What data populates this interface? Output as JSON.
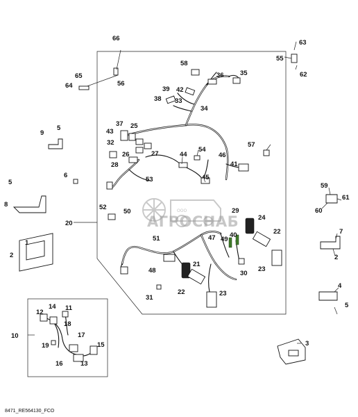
{
  "drawing_id": "8471_RE564130_FCO",
  "watermark": {
    "brand": "АГРОСНАБ",
    "company_prefix": "ООО"
  },
  "callouts": [
    "1",
    "2",
    "3",
    "4",
    "5",
    "6",
    "7",
    "8",
    "9",
    "10",
    "11",
    "12",
    "13",
    "14",
    "15",
    "16",
    "17",
    "18",
    "19",
    "20",
    "21",
    "22",
    "23",
    "24",
    "25",
    "26",
    "27",
    "28",
    "29",
    "30",
    "31",
    "32",
    "33",
    "34",
    "35",
    "36",
    "37",
    "38",
    "39",
    "40",
    "41",
    "42",
    "43",
    "44",
    "45",
    "46",
    "47",
    "48",
    "49",
    "50",
    "51",
    "52",
    "53",
    "54",
    "55",
    "56",
    "57",
    "58",
    "59",
    "60",
    "61",
    "62",
    "63",
    "64",
    "65",
    "66"
  ]
}
